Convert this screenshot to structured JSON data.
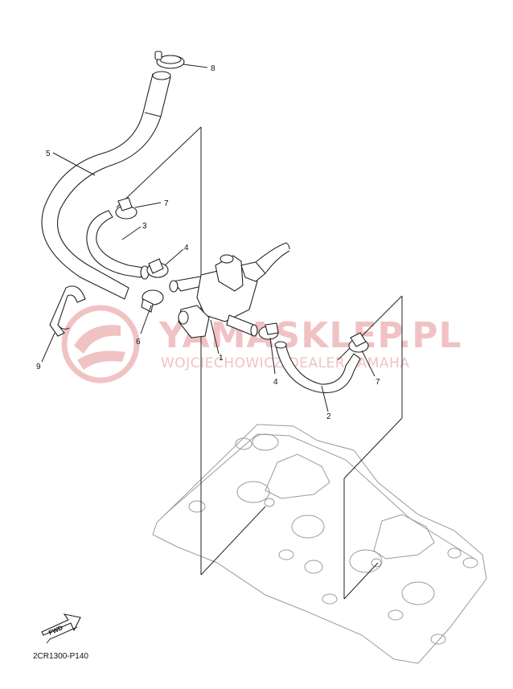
{
  "diagram": {
    "diagram_code": "2CR1300-P140",
    "fwd_label": "FWD",
    "watermark": {
      "title": "YAMASKLEP.PL",
      "subtitle": "WOJCIECHOWICZ DEALER YAMAHA"
    },
    "callouts": [
      {
        "id": "c1",
        "label": "1"
      },
      {
        "id": "c2",
        "label": "2"
      },
      {
        "id": "c3",
        "label": "3"
      },
      {
        "id": "c4a",
        "label": "4"
      },
      {
        "id": "c4b",
        "label": "4"
      },
      {
        "id": "c5",
        "label": "5"
      },
      {
        "id": "c6",
        "label": "6"
      },
      {
        "id": "c7a",
        "label": "7"
      },
      {
        "id": "c7b",
        "label": "7"
      },
      {
        "id": "c8",
        "label": "8"
      },
      {
        "id": "c9",
        "label": "9"
      }
    ]
  },
  "colors": {
    "line": "#222222",
    "watermark": "#f1c2c4",
    "faint_line": "#9a9a9a"
  }
}
